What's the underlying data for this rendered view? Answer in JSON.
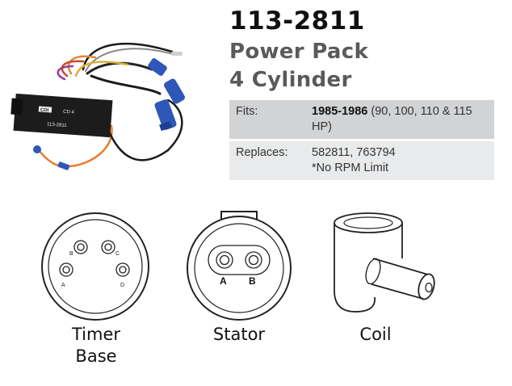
{
  "header": {
    "part_number": "113-2811",
    "product_line1": "Power Pack",
    "product_line2": "4 Cylinder"
  },
  "specs": {
    "fits_label": "Fits:",
    "fits_years": "1985-1986",
    "fits_detail": " (90, 100, 110 & 115 HP)",
    "replaces_label": "Replaces:",
    "replaces_numbers": "582811, 763794",
    "replaces_note": "*No RPM Limit"
  },
  "product_image": {
    "brand": "CDI",
    "model": "CD 4",
    "part_print": "113-2811"
  },
  "connectors": {
    "timer_base": {
      "label_line1": "Timer",
      "label_line2": "Base",
      "pins": [
        "A",
        "B",
        "C",
        "D"
      ]
    },
    "stator": {
      "label": "Stator",
      "pins": [
        "A",
        "B"
      ]
    },
    "coil": {
      "label": "Coil"
    }
  },
  "colors": {
    "fits_row_bg": "#d2d3d5",
    "replaces_row_bg": "#e9eaeb",
    "connector_blue": "#2f57b8",
    "wire_orange": "#e87b2e"
  }
}
